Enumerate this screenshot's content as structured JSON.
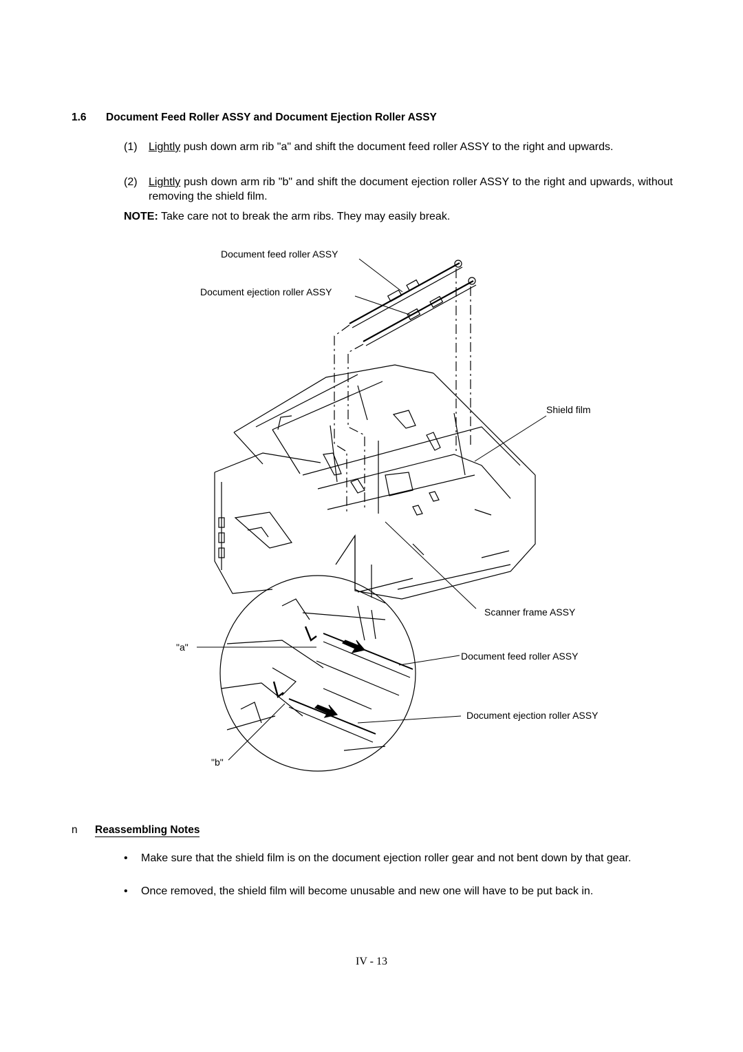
{
  "section": {
    "number": "1.6",
    "title": "Document Feed Roller ASSY and Document Ejection Roller ASSY"
  },
  "steps": [
    {
      "num": "(1)",
      "underlined": "Lightly",
      "rest": " push down arm rib \"a\" and shift the document feed roller ASSY to the right and upwards."
    },
    {
      "num": "(2)",
      "underlined": "Lightly",
      "rest": " push down arm rib \"b\" and shift the document ejection roller ASSY to the right and upwards, without removing the shield film."
    }
  ],
  "note": {
    "label": "NOTE:",
    "text": " Take care not to break the arm ribs.  They may easily break."
  },
  "figure_labels": {
    "feed_top": "Document feed roller ASSY",
    "eject_top": "Document ejection roller ASSY",
    "shield": "Shield film",
    "scanner": "Scanner frame ASSY",
    "rib_a": "\"a\"",
    "feed_bottom": "Document feed roller ASSY",
    "eject_bottom": "Document ejection roller ASSY",
    "rib_b": "\"b\""
  },
  "reassembling": {
    "marker": "n",
    "heading": "Reassembling Notes",
    "bullets": [
      "Make sure that the shield film is on the document ejection roller gear and not bent down by that gear.",
      "Once removed, the shield film will become unusable and new one will have to be put back in."
    ]
  },
  "footer": "IV - 13"
}
